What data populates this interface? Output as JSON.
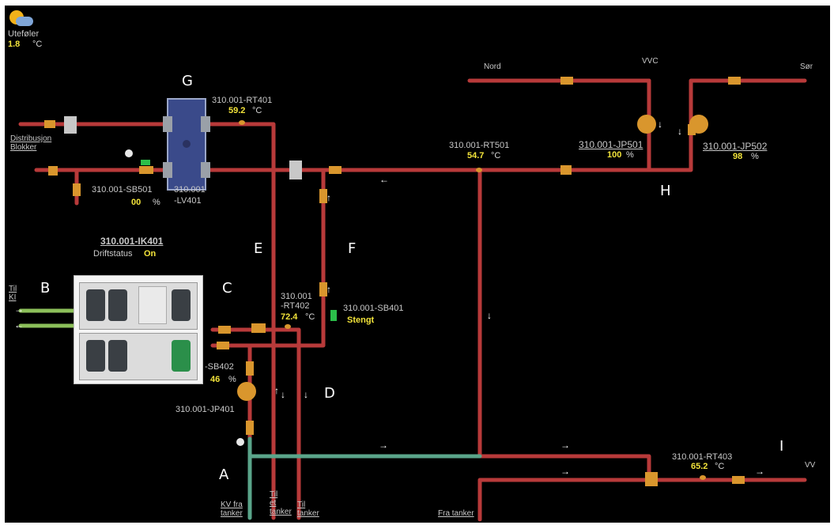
{
  "outdoor": {
    "icon": "partly-sunny-icon",
    "label": "Uteføler",
    "value": "1.8",
    "unit": "°C"
  },
  "section_letters": {
    "a": "A",
    "b": "B",
    "c": "C",
    "d": "D",
    "e": "E",
    "f": "F",
    "g": "G",
    "h": "H",
    "i": "I"
  },
  "links": {
    "distribution_line1": "Distribusjon",
    "distribution_line2": "Blokker",
    "til_ki_line1": "Til",
    "til_ki_line2": "KI",
    "kv_fra_tanker_line1": "KV fra",
    "kv_fra_tanker_line2": "tanker",
    "til_et_tanker_line1": "Til",
    "til_et_tanker_line2": "et",
    "til_et_tanker_line3": "tanker",
    "til_tanker_line1": "Til",
    "til_tanker_line2": "tanker",
    "fra_tanker": "Fra tanker"
  },
  "outlets": {
    "nord": "Nord",
    "vvc": "VVC",
    "sor": "Sør",
    "vv": "VV"
  },
  "sensors": {
    "rt401": {
      "tag": "310.001-RT401",
      "value": "59.2",
      "unit": "°C"
    },
    "rt501": {
      "tag": "310.001-RT501",
      "value": "54.7",
      "unit": "°C"
    },
    "rt402": {
      "tag_line1": "310.001",
      "tag_line2": "-RT402",
      "value": "72.4",
      "unit": "°C"
    },
    "rt403": {
      "tag": "310.001-RT403",
      "value": "65.2",
      "unit": "°C"
    }
  },
  "valves": {
    "sb501": {
      "tag": "310.001-SB501",
      "value": "00",
      "unit": "%"
    },
    "lv401": {
      "tag_line1": "310.001",
      "tag_line2": "-LV401"
    },
    "sb401": {
      "tag": "310.001-SB401",
      "status": "Stengt"
    },
    "sb402": {
      "tag": "-SB402",
      "value": "46",
      "unit": "%"
    }
  },
  "pumps": {
    "jp501": {
      "tag": "310.001-JP501",
      "value": "100",
      "unit": "%"
    },
    "jp502": {
      "tag": "310.001-JP502",
      "value": "98",
      "unit": "%"
    },
    "jp401": {
      "tag": "310.001-JP401"
    }
  },
  "heat_pump": {
    "tag": "310.001-IK401",
    "status_label": "Driftstatus",
    "status_value": "On"
  },
  "colors": {
    "hot_pipe": "#b83a3a",
    "cold_pipe": "#5aa58a",
    "chiller_pipe": "#8cbf5a",
    "value_text": "#f2e33a",
    "background": "#000000"
  }
}
